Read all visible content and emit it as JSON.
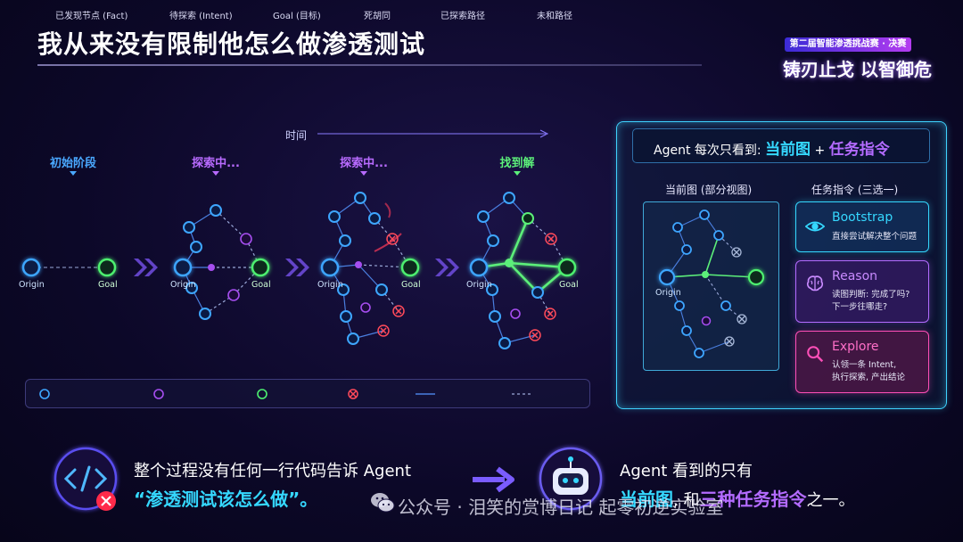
{
  "header": {
    "title": "我从来没有限制他怎么做渗透测试",
    "badge": "第二届智能渗透挑战赛 · 决赛",
    "slogan": "铸刃止戈 以智御危"
  },
  "timeline": {
    "label": "时间",
    "stages": [
      {
        "label": "初始阶段",
        "color": "#4aa8ff"
      },
      {
        "label": "探索中...",
        "color": "#b86bff"
      },
      {
        "label": "探索中...",
        "color": "#b86bff"
      },
      {
        "label": "找到解",
        "color": "#5cf07a"
      }
    ],
    "node_labels": {
      "origin": "Origin",
      "goal": "Goal"
    }
  },
  "legend": [
    {
      "label": "已发现节点 (Fact)",
      "icon": "blue-circle-icon"
    },
    {
      "label": "待探索 (Intent)",
      "icon": "purple-circle-icon"
    },
    {
      "label": "Goal (目标)",
      "icon": "green-circle-icon"
    },
    {
      "label": "死胡同",
      "icon": "red-x-icon"
    },
    {
      "label": "已探索路径",
      "icon": "solid-line-icon"
    },
    {
      "label": "未和路径",
      "icon": "dashed-line-icon"
    }
  ],
  "right_panel": {
    "head_prefix": "Agent 每次只看到:",
    "head_current": "当前图",
    "head_plus": "+",
    "head_task": "任务指令",
    "current_view_title": "当前图 (部分视图)",
    "task_title": "任务指令 (三选一)",
    "origin_label": "Origin",
    "cards": [
      {
        "title": "Bootstrap",
        "desc1": "直接尝试解决整个问题",
        "desc2": "",
        "icon": "eye-icon",
        "color": "#35d8ff"
      },
      {
        "title": "Reason",
        "desc1": "读图判断: 完成了吗?",
        "desc2": "下一步往哪走?",
        "icon": "brain-icon",
        "color": "#b36bff"
      },
      {
        "title": "Explore",
        "desc1": "认领一条 Intent,",
        "desc2": "执行探索, 产出结论",
        "icon": "search-icon",
        "color": "#ff4fb8"
      }
    ]
  },
  "bottom": {
    "left_line1": "整个过程没有任何一行代码告诉 Agent",
    "left_line2": "“渗透测试该怎么做”。",
    "right_line1": "Agent 看到的只有",
    "right_hl1": "当前图",
    "right_mid": ", 和",
    "right_hl2": "三种任务指令",
    "right_end": "之一。"
  },
  "watermark": "公众号 · 泪笑的赏博日记 起零初逆实验室"
}
